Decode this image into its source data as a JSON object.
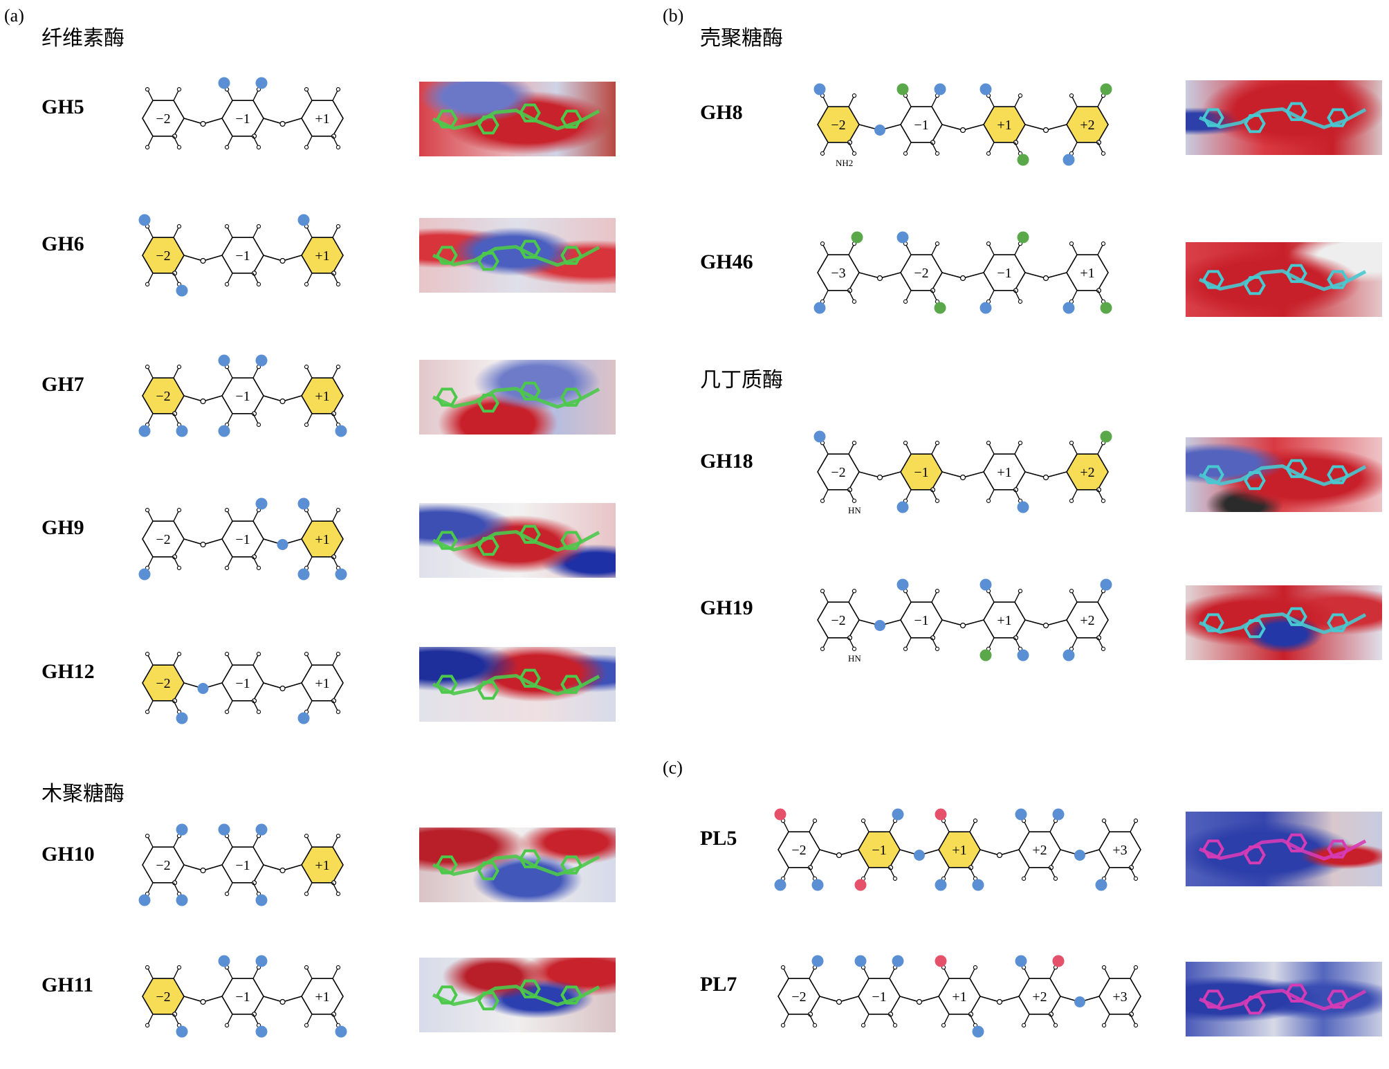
{
  "panels": [
    {
      "label": "(a)"
    },
    {
      "label": "(b)"
    },
    {
      "label": "(c)"
    }
  ],
  "groups": [
    {
      "title": "纤维素酶"
    },
    {
      "title": "木聚糖酶"
    },
    {
      "title": "壳聚糖酶"
    },
    {
      "title": "几丁质酶"
    }
  ],
  "colors": {
    "highlight_ring": "#f7dd55",
    "blue_contact": "#5b8fd4",
    "green_contact": "#5aa84a",
    "red_contact": "#e5506b",
    "bond": "#000000"
  },
  "families": [
    {
      "id": "GH5",
      "label": "GH5",
      "subsites": [
        "−2",
        "−1",
        "+1"
      ]
    },
    {
      "id": "GH6",
      "label": "GH6",
      "subsites": [
        "−2",
        "−1",
        "+1"
      ]
    },
    {
      "id": "GH7",
      "label": "GH7",
      "subsites": [
        "−2",
        "−1",
        "+1"
      ]
    },
    {
      "id": "GH9",
      "label": "GH9",
      "subsites": [
        "−2",
        "−1",
        "+1"
      ]
    },
    {
      "id": "GH12",
      "label": "GH12",
      "subsites": [
        "−2",
        "−1",
        "+1"
      ]
    },
    {
      "id": "GH10",
      "label": "GH10",
      "subsites": [
        "−2",
        "−1",
        "+1"
      ]
    },
    {
      "id": "GH11",
      "label": "GH11",
      "subsites": [
        "−2",
        "−1",
        "+1"
      ]
    },
    {
      "id": "GH8",
      "label": "GH8",
      "subsites": [
        "−2",
        "−1",
        "+1",
        "+2"
      ],
      "substituent": "NH2"
    },
    {
      "id": "GH46",
      "label": "GH46",
      "subsites": [
        "−3",
        "−2",
        "−1",
        "+1"
      ]
    },
    {
      "id": "GH18",
      "label": "GH18",
      "subsites": [
        "−2",
        "−1",
        "+1",
        "+2"
      ],
      "substituent": "HN"
    },
    {
      "id": "GH19",
      "label": "GH19",
      "subsites": [
        "−2",
        "−1",
        "+1",
        "+2"
      ],
      "substituent": "HN"
    },
    {
      "id": "PL5",
      "label": "PL5",
      "subsites": [
        "−2",
        "−1",
        "+1",
        "+2",
        "+3"
      ]
    },
    {
      "id": "PL7",
      "label": "PL7",
      "subsites": [
        "−2",
        "−1",
        "+1",
        "+2",
        "+3"
      ]
    }
  ]
}
